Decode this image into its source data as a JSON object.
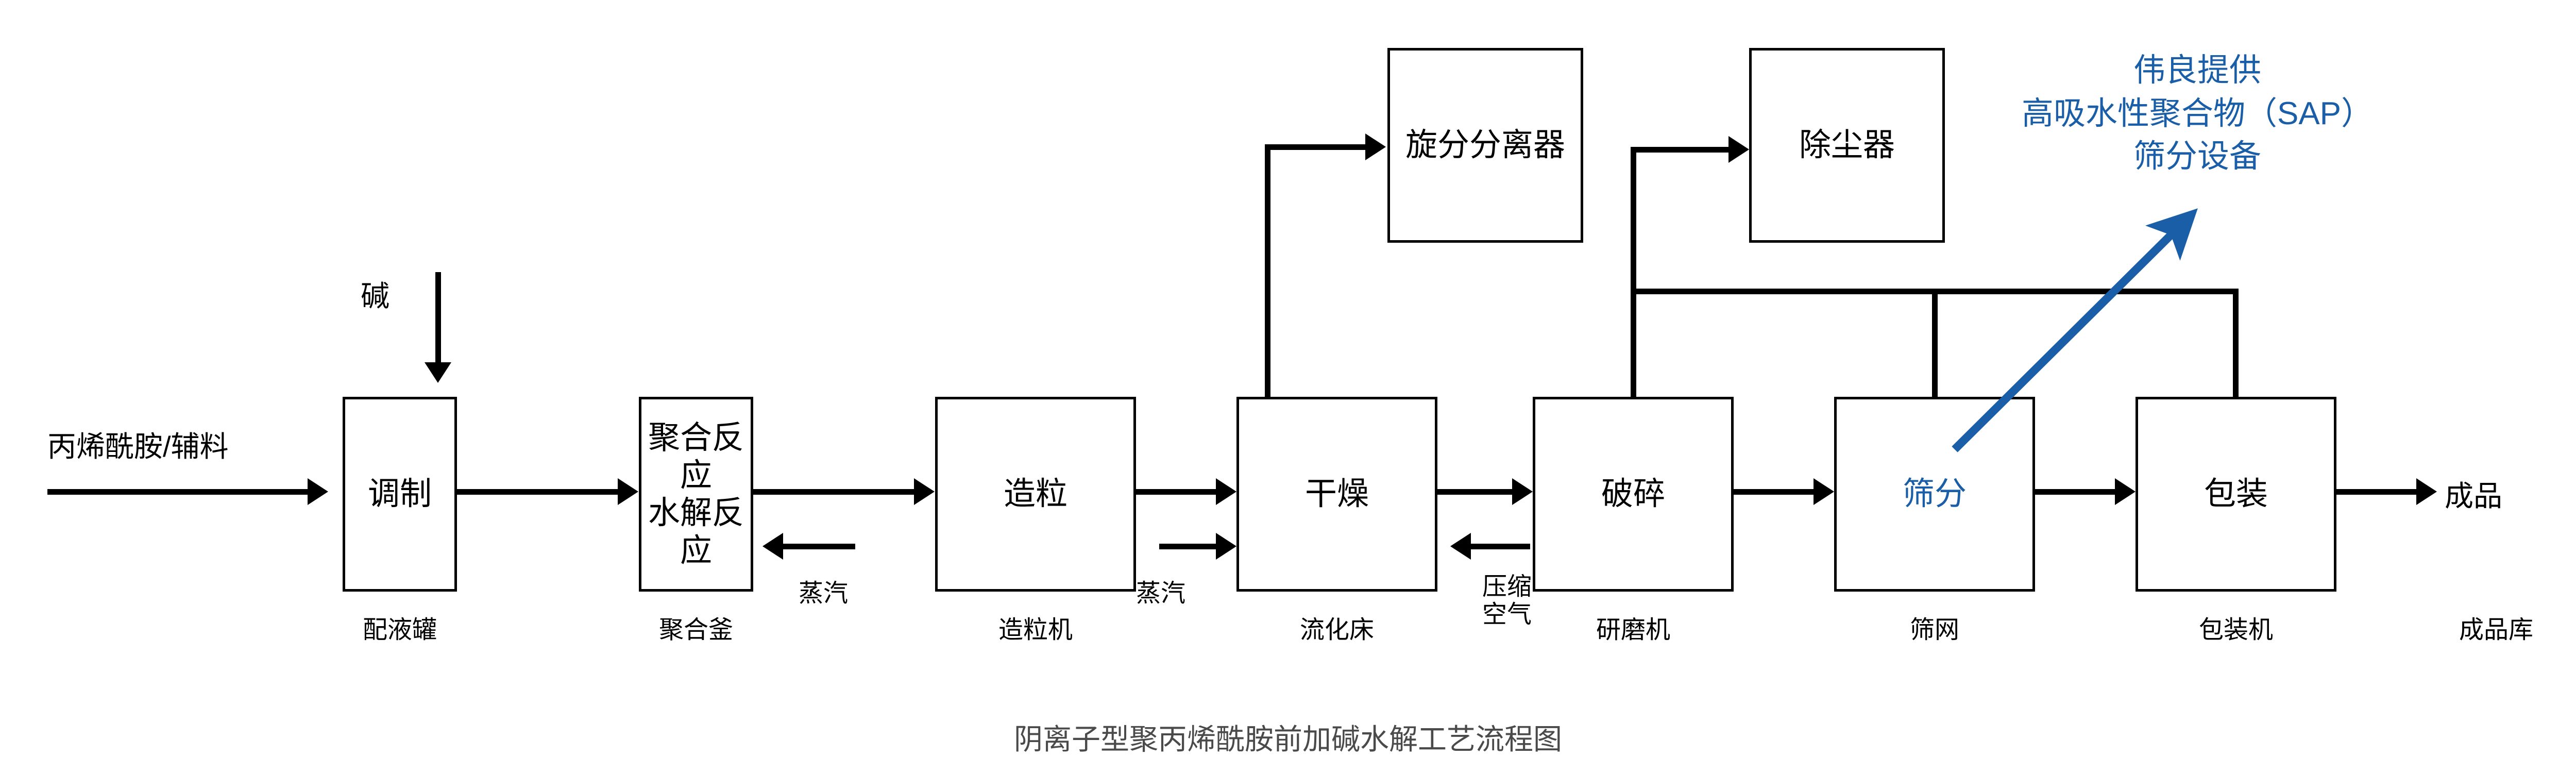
{
  "diagram": {
    "title": "阴离子型聚丙烯酰胺前加碱水解工艺流程图",
    "title_color": "#4A4A4A",
    "accent_color": "#1B5EA8",
    "line_color": "#000000"
  },
  "process_boxes": [
    {
      "id": "box-tiaozhi",
      "label": "调制",
      "equipment": "配液罐"
    },
    {
      "id": "box-juhe",
      "label": "聚合反应\n水解反应",
      "equipment": "聚合釜"
    },
    {
      "id": "box-zaoli",
      "label": "造粒",
      "equipment": "造粒机"
    },
    {
      "id": "box-ganzao",
      "label": "干燥",
      "equipment": "流化床"
    },
    {
      "id": "box-posui",
      "label": "破碎",
      "equipment": "研磨机"
    },
    {
      "id": "box-shaifen",
      "label": "筛分",
      "equipment": "筛网"
    },
    {
      "id": "box-baozhuang",
      "label": "包装",
      "equipment": "包装机"
    }
  ],
  "auxiliary_boxes": [
    {
      "id": "box-cyclone",
      "label": "旋分分离器"
    },
    {
      "id": "box-duster",
      "label": "除尘器"
    }
  ],
  "stream_labels": {
    "feed": "丙烯酰胺/辅料",
    "alkali": "碱",
    "steam_polymer": "蒸汽",
    "steam_dryer": "蒸汽",
    "compressed_air": "压缩\n空气",
    "product": "成品",
    "product_warehouse": "成品库"
  },
  "annotation": {
    "text": "伟良提供\n高吸水性聚合物（SAP）\n筛分设备",
    "lines": [
      "伟良提供",
      "高吸水性聚合物（SAP）",
      "筛分设备"
    ],
    "color": "#1B5EA8",
    "points_to": "box-shaifen"
  }
}
